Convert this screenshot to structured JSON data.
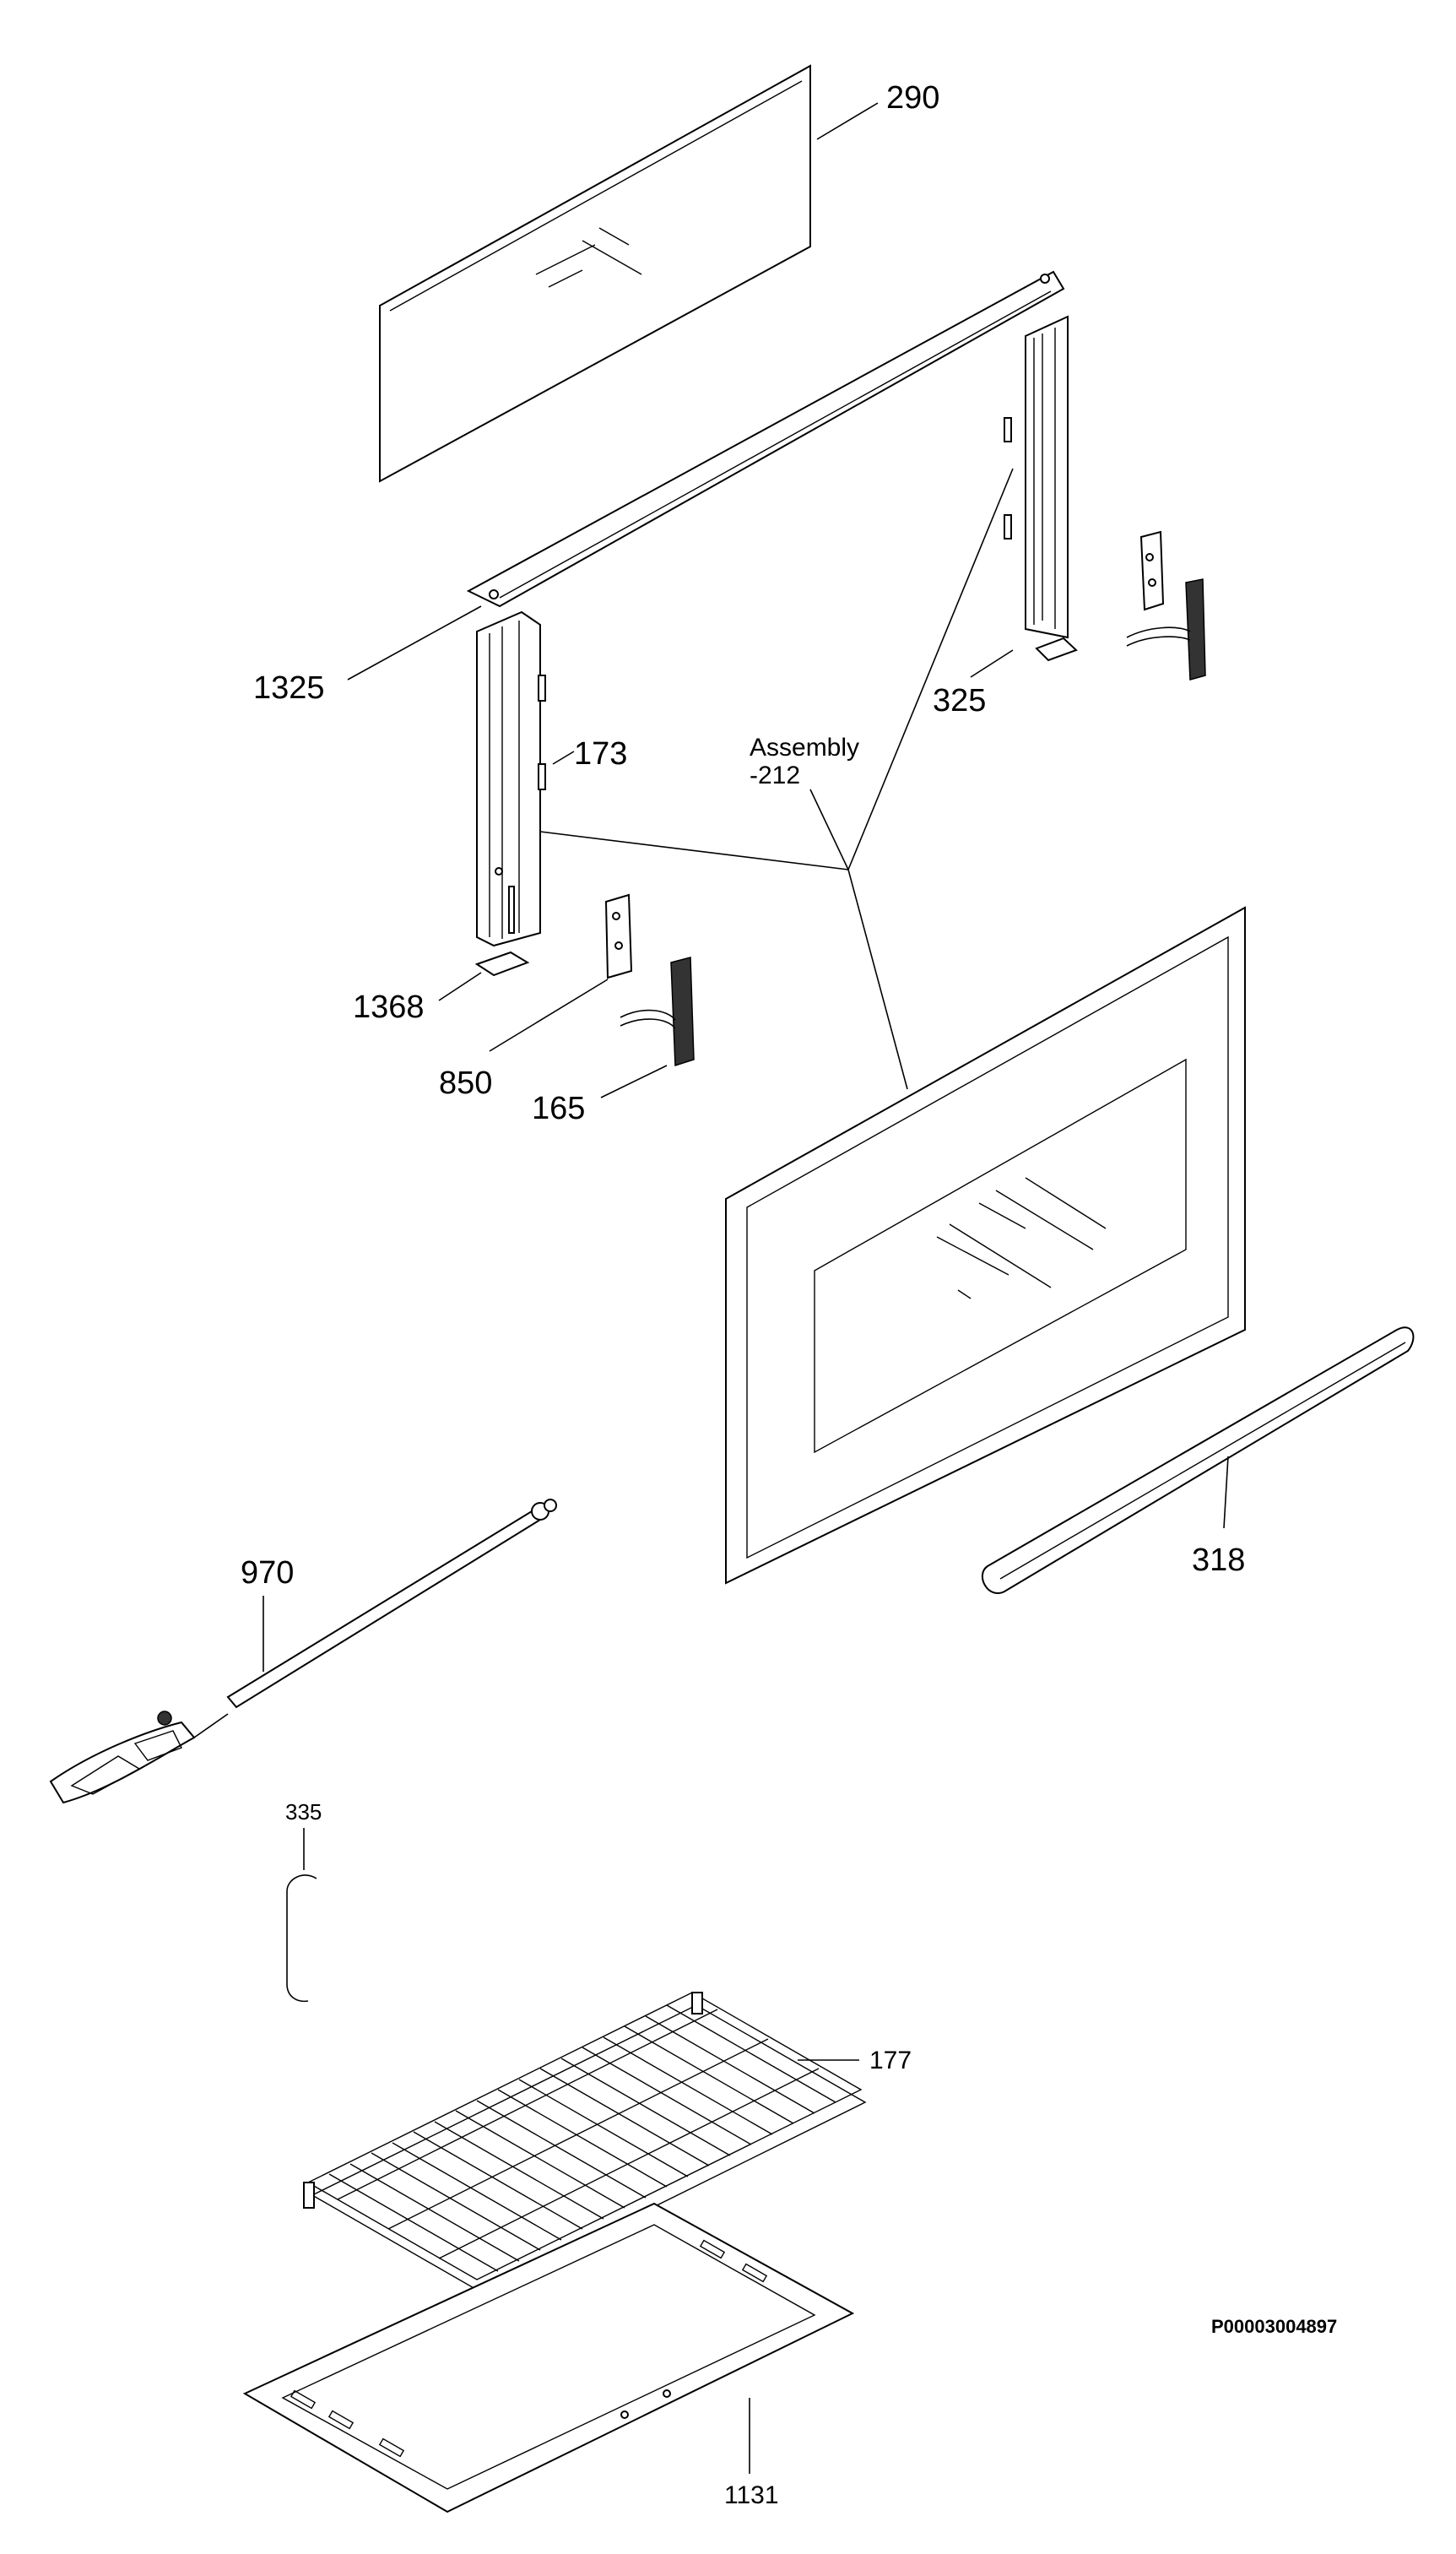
{
  "diagram": {
    "labels": {
      "p290": "290",
      "p1325": "1325",
      "p325": "325",
      "p173": "173",
      "assembly_line1": "Assembly",
      "assembly_line2": "-212",
      "p1368": "1368",
      "p850": "850",
      "p165": "165",
      "p318": "318",
      "p970": "970",
      "p335": "335",
      "p177": "177",
      "p1131": "1131"
    },
    "drawing_code": "P00003004897"
  }
}
